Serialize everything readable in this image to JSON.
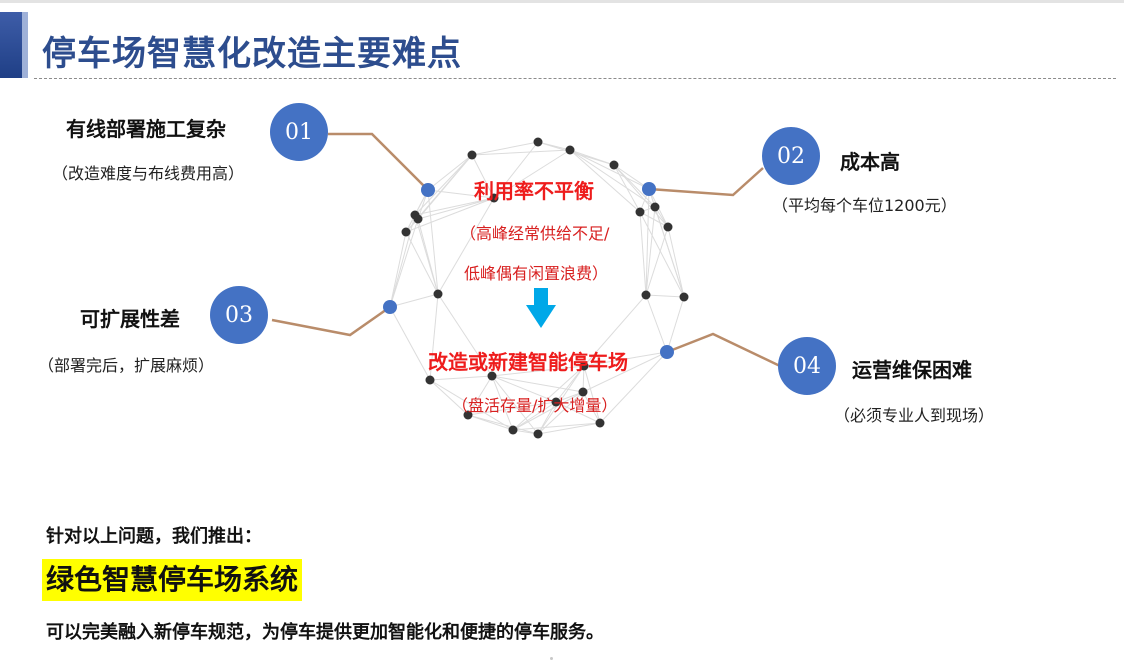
{
  "header": {
    "title": "停车场智慧化改造主要难点"
  },
  "difficulties": [
    {
      "number": "01",
      "title": "有线部署施工复杂",
      "detail": "（改造难度与布线费用高）"
    },
    {
      "number": "02",
      "title": "成本高",
      "detail": "（平均每个车位1200元）"
    },
    {
      "number": "03",
      "title": "可扩展性差",
      "detail": "（部署完后，扩展麻烦）"
    },
    {
      "number": "04",
      "title": "运营维保困难",
      "detail": "（必须专业人到现场）"
    }
  ],
  "center": {
    "problem": "利用率不平衡",
    "problem_detail_1": "（高峰经常供给不足/",
    "problem_detail_2": "低峰偶有闲置浪费）",
    "solution": "改造或新建智能停车场",
    "solution_detail": "（盘活存量/扩大增量）"
  },
  "footer": {
    "intro": "针对以上问题，我们推出：",
    "product": "绿色智慧停车场系统",
    "description": "可以完美融入新停车规范，为停车提供更加智能化和便捷的停车服务。"
  },
  "colors": {
    "title": "#2d4d8e",
    "circle": "#4472c4",
    "connector": "#b98c6a",
    "center_text": "#ee1c1c",
    "arrow": "#00a8e8",
    "highlight": "#ffff00"
  }
}
